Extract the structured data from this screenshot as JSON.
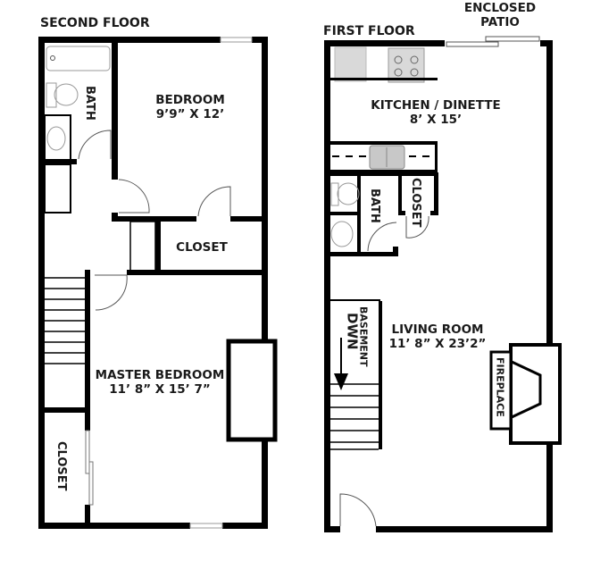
{
  "second_floor": {
    "title": "SECOND FLOOR",
    "bath": "BATH",
    "bedroom": {
      "name": "BEDROOM",
      "size": "9’9” X 12’"
    },
    "closet_bedroom": "CLOSET",
    "master_bedroom": {
      "name": "MASTER BEDROOM",
      "size": "11’ 8” X 15’ 7”"
    },
    "closet_master": "CLOSET"
  },
  "first_floor": {
    "title": "FIRST FLOOR",
    "patio": {
      "line1": "ENCLOSED",
      "line2": "PATIO"
    },
    "kitchen": {
      "name": "KITCHEN / DINETTE",
      "size": "8’ X 15’"
    },
    "bath": "BATH",
    "closet": "CLOSET",
    "basement": {
      "label": "BASEMENT",
      "direction": "DWN"
    },
    "living_room": {
      "name": "LIVING ROOM",
      "size": "11’ 8” X 23’2”"
    },
    "fireplace": "FIREPLACE"
  },
  "colors": {
    "wall": "#000000",
    "fixture": "#d9d9d9",
    "background": "#ffffff"
  }
}
